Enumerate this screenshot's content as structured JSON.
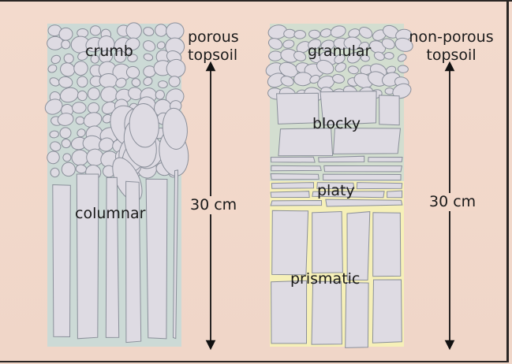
{
  "left_profile": {
    "top_label": "porous",
    "bottom_label": "topsoil",
    "depth": "30 cm",
    "layers": [
      "crumb",
      "columnar"
    ]
  },
  "right_profile": {
    "top_label": "non-porous",
    "bottom_label": "topsoil",
    "depth": "30 cm",
    "layers": [
      "granular",
      "blocky",
      "platy",
      "prismatic"
    ]
  },
  "colors": {
    "background": "#f2d8ca",
    "grain": "#dedbe3",
    "grain_outline": "#8a8f9a",
    "pore_water": "#9ec0ea",
    "pale_yellow": "#f6f0b8",
    "arrow": "#111111"
  }
}
